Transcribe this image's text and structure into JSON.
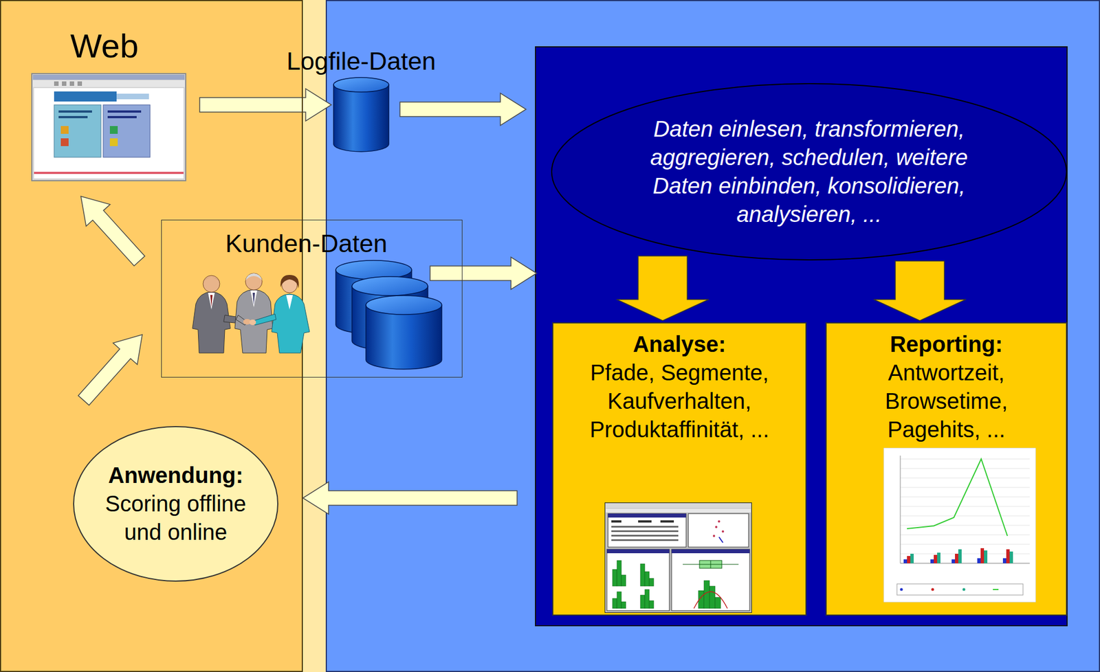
{
  "diagram": {
    "nodes": [
      {
        "text": [
          "Web"
        ]
      },
      {
        "text": [
          "Logfile-Daten"
        ]
      },
      {
        "text": [
          "Daten einlesen, transformieren, aggregieren, schedulen, weitere Daten einbinden, konsolidieren, analysieren, ..."
        ]
      },
      {
        "text": [
          "Kunden-Daten"
        ]
      },
      {
        "text": [
          "Analyse:",
          "Pfade, Segmente, Kaufverhalten, Produktaffinität, ..."
        ]
      },
      {
        "text": [
          "Reporting:",
          "Antwortzeit, Browsetime, Pagehits, ..."
        ]
      },
      {
        "text": [
          "Anwendung:",
          "Scoring offline und online"
        ],
        "in": 0
      }
    ],
    "edges": [
      {
        "from": 0,
        "to": 1,
        "arrow": "to"
      },
      {
        "from": 1,
        "to": 2,
        "arrow": "to"
      },
      {
        "from": 3,
        "to": 2,
        "arrow": "to"
      },
      {
        "from": 2,
        "to": 4,
        "arrow": "to"
      },
      {
        "from": 2,
        "to": 5,
        "arrow": "to"
      },
      {
        "from": 4,
        "to": 6,
        "arrow": "to"
      },
      {
        "from": 6,
        "to": 3,
        "arrow": "to"
      },
      {
        "from": 3,
        "to": 0,
        "arrow": "to"
      }
    ]
  }
}
